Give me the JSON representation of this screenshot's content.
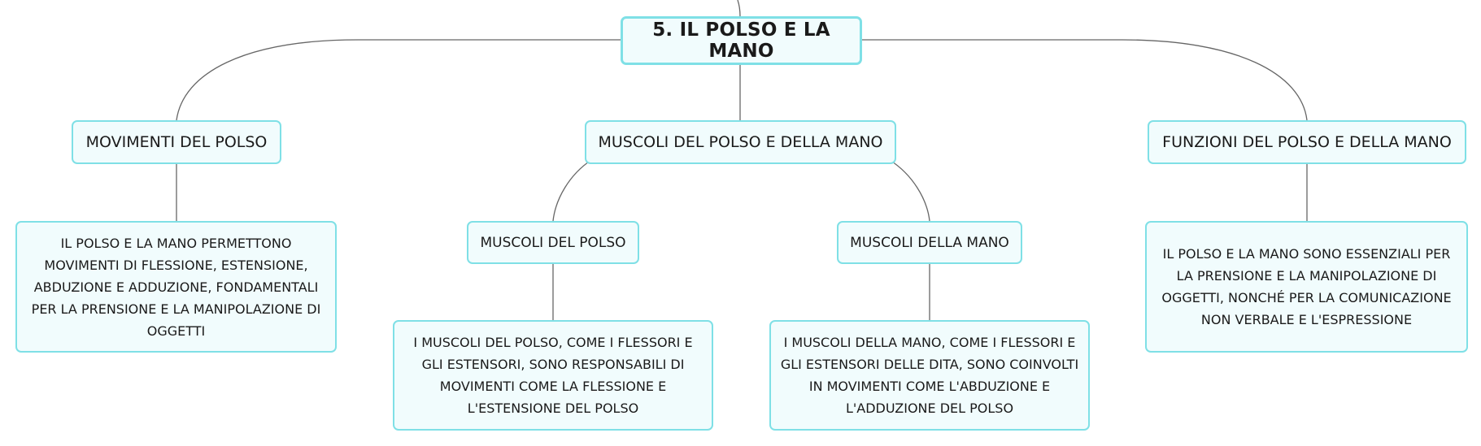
{
  "colors": {
    "node_fill": "#f1fcfd",
    "node_border": "#7fe0e6",
    "connector": "#666666",
    "text": "#1a1a1a"
  },
  "root": {
    "label": "5. IL POLSO E LA MANO"
  },
  "branches": {
    "movimenti": {
      "label": "MOVIMENTI DEL POLSO",
      "detail": "IL POLSO E LA MANO PERMETTONO MOVIMENTI DI FLESSIONE, ESTENSIONE, ABDUZIONE E ADDUZIONE, FONDAMENTALI PER LA PRENSIONE E LA MANIPOLAZIONE DI OGGETTI"
    },
    "muscoli": {
      "label": "MUSCOLI DEL POLSO E DELLA MANO",
      "children": {
        "polso": {
          "label": "MUSCOLI DEL POLSO",
          "detail": "I MUSCOLI DEL POLSO, COME I FLESSORI E GLI ESTENSORI, SONO RESPONSABILI DI MOVIMENTI COME LA FLESSIONE E L'ESTENSIONE DEL POLSO"
        },
        "mano": {
          "label": "MUSCOLI DELLA MANO",
          "detail": "I MUSCOLI DELLA MANO, COME I FLESSORI E GLI ESTENSORI DELLE DITA, SONO COINVOLTI IN MOVIMENTI COME L'ABDUZIONE E L'ADDUZIONE DEL POLSO"
        }
      }
    },
    "funzioni": {
      "label": "FUNZIONI DEL POLSO E DELLA MANO",
      "detail": "IL POLSO E LA MANO SONO ESSENZIALI PER LA PRENSIONE E LA MANIPOLAZIONE DI OGGETTI, NONCHÉ PER LA COMUNICAZIONE NON VERBALE E L'ESPRESSIONE"
    }
  }
}
